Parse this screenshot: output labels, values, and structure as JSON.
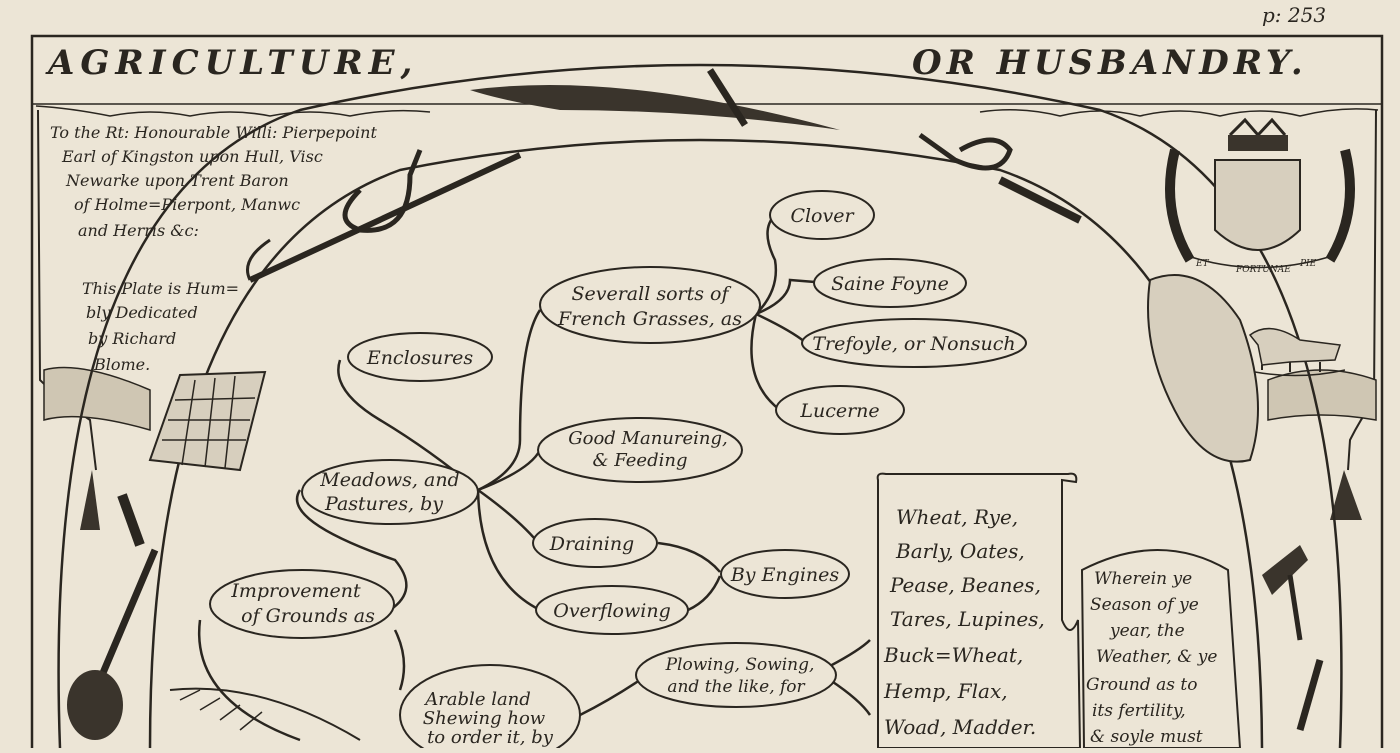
{
  "plate": {
    "page_number": "p: 253",
    "title_left": "AGRICULTURE,",
    "title_right": "OR HUSBANDRY."
  },
  "dedication": {
    "lines": [
      "To the Rt: Honourable Willi: Pierpepoint",
      "Earl of Kingston upon Hull, Visc",
      "Newarke upon Trent Baron",
      "of Holme=Pierpont, Manwc",
      "and Herris &c:"
    ],
    "credit_lines": [
      "This Plate is Hum=",
      "bly Dedicated",
      "by Richard",
      "Blome."
    ]
  },
  "crest": {
    "motto_left": "ET",
    "motto_mid": "FORTUNAE",
    "motto_right": "PIE"
  },
  "nodes": {
    "clover": "Clover",
    "saine_foyne": "Saine Foyne",
    "trefoyle": "Trefoyle, or Nonsuch",
    "lucerne": "Lucerne",
    "french_grasses_1": "Severall sorts of",
    "french_grasses_2": "French Grasses, as",
    "enclosures": "Enclosures",
    "manureing_1": "Good Manureing,",
    "manureing_2": "& Feeding",
    "meadows_1": "Meadows, and",
    "meadows_2": "Pastures, by",
    "draining": "Draining",
    "overflowing": "Overflowing",
    "by_engines": "By Engines",
    "improvement_1": "Improvement",
    "improvement_2": "of Grounds as",
    "plowing_1": "Plowing, Sowing,",
    "plowing_2": "and the like, for",
    "arable_1": "Arable land",
    "arable_2": "Shewing how",
    "arable_3": "to order it, by"
  },
  "crops_scroll": {
    "lines": [
      "Wheat, Rye,",
      "Barly, Oates,",
      "Pease, Beanes,",
      "Tares, Lupines,",
      "Buck=Wheat,",
      "Hemp, Flax,",
      "Woad, Madder."
    ]
  },
  "season_scroll": {
    "lines": [
      "Wherein ye",
      "Season of ye",
      "year, the",
      "Weather, & ye",
      "Ground as to",
      "its fertility,",
      "& soyle must"
    ]
  }
}
